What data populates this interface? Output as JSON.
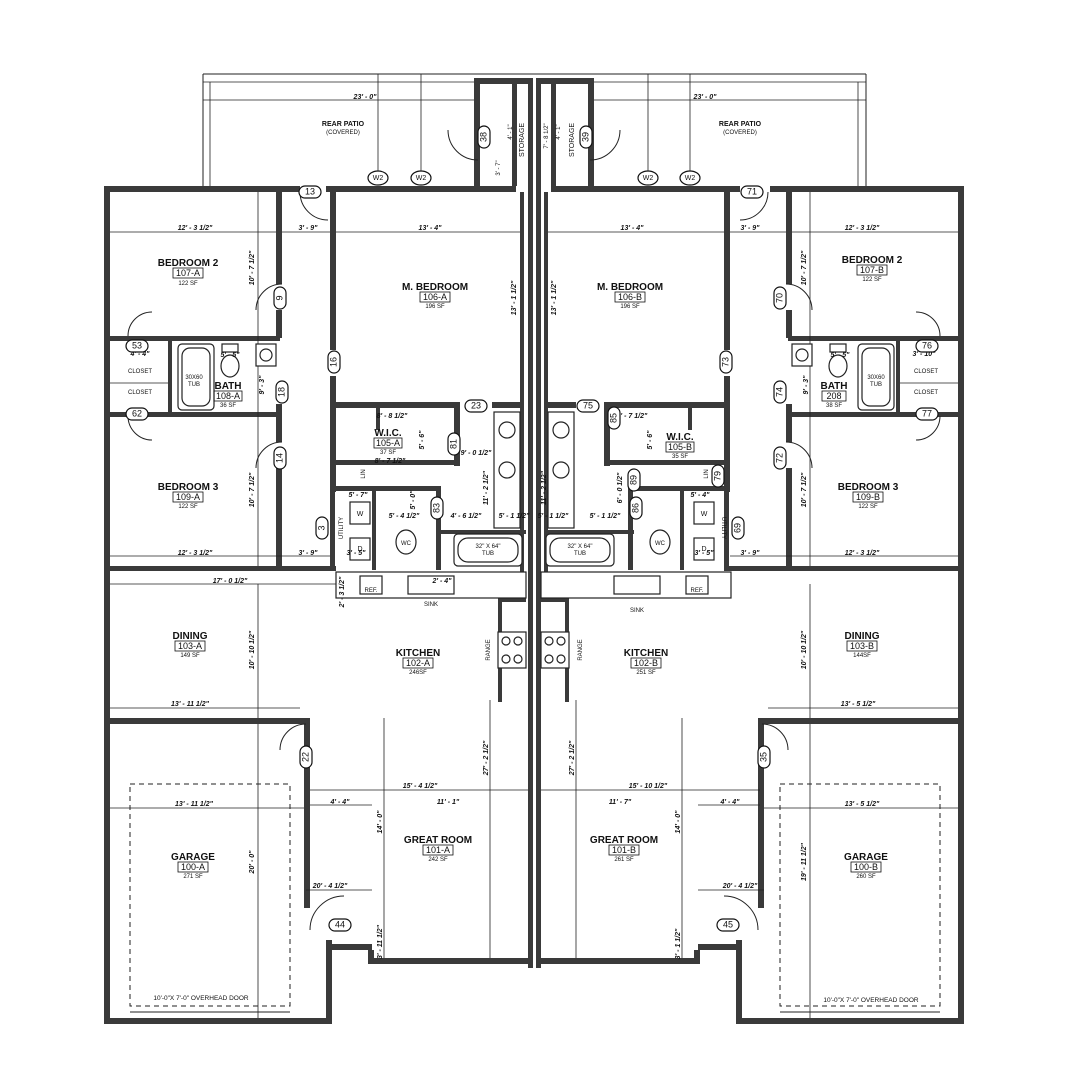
{
  "patio": {
    "left": {
      "label": "REAR PATIO",
      "sub": "(COVERED)",
      "dim": "23' - 0\""
    },
    "right": {
      "label": "REAR PATIO",
      "sub": "(COVERED)",
      "dim": "23' - 0\""
    }
  },
  "storage": {
    "left": "STORAGE",
    "right": "STORAGE"
  },
  "window_tags": [
    "W2",
    "W2",
    "W2",
    "W2"
  ],
  "rooms": {
    "bed2_a": {
      "name": "BEDROOM 2",
      "num": "107-A",
      "sf": "122 SF"
    },
    "bed2_b": {
      "name": "BEDROOM 2",
      "num": "107-B",
      "sf": "122 SF"
    },
    "mbed_a": {
      "name": "M. BEDROOM",
      "num": "106-A",
      "sf": "196 SF"
    },
    "mbed_b": {
      "name": "M. BEDROOM",
      "num": "106-B",
      "sf": "196 SF"
    },
    "bath_a": {
      "name": "BATH",
      "num": "108-A",
      "sf": "36 SF"
    },
    "bath_b": {
      "name": "BATH",
      "num": "208",
      "sf": "38 SF"
    },
    "wic_a": {
      "name": "W.I.C.",
      "num": "105-A",
      "sf": "37 SF"
    },
    "wic_b": {
      "name": "W.I.C.",
      "num": "105-B",
      "sf": "35 SF"
    },
    "bed3_a": {
      "name": "BEDROOM 3",
      "num": "109-A",
      "sf": "122 SF"
    },
    "bed3_b": {
      "name": "BEDROOM 3",
      "num": "109-B",
      "sf": "122 SF"
    },
    "dining_a": {
      "name": "DINING",
      "num": "103-A",
      "sf": "149 SF"
    },
    "dining_b": {
      "name": "DINING",
      "num": "103-B",
      "sf": "144SF"
    },
    "kitchen_a": {
      "name": "KITCHEN",
      "num": "102-A",
      "sf": "246SF"
    },
    "kitchen_b": {
      "name": "KITCHEN",
      "num": "102-B",
      "sf": "251 SF"
    },
    "great_a": {
      "name": "GREAT ROOM",
      "num": "101-A",
      "sf": "242 SF"
    },
    "great_b": {
      "name": "GREAT ROOM",
      "num": "101-B",
      "sf": "261 SF"
    },
    "garage_a": {
      "name": "GARAGE",
      "num": "100-A",
      "sf": "271 SF",
      "door": "10'-0\"X 7'-0\" OVERHEAD DOOR"
    },
    "garage_b": {
      "name": "GARAGE",
      "num": "100-B",
      "sf": "260 SF",
      "door": "10'-0\"X 7'-0\" OVERHEAD DOOR"
    }
  },
  "fixtures": {
    "closet": "CLOSET",
    "tub_small": "30X60",
    "tub_small_sub": "TUB",
    "tub_large": "32\" X 64\"",
    "tub_large_sub": "TUB",
    "wc": "WC",
    "lin": "LIN",
    "utility": "UTILITY",
    "w": "W",
    "d": "D",
    "ref": "REF.",
    "sink": "SINK",
    "range": "RANGE"
  },
  "door_tags": [
    "13",
    "71",
    "38",
    "39",
    "9",
    "70",
    "16",
    "73",
    "53",
    "62",
    "76",
    "77",
    "18",
    "74",
    "14",
    "72",
    "23",
    "75",
    "81",
    "85",
    "89",
    "79",
    "83",
    "86",
    "3",
    "69",
    "22",
    "35",
    "44",
    "45"
  ],
  "dims": {
    "bed2_a_w": "12' - 3 1/2\"",
    "bed2_a_h": "10' - 7 1/2\"",
    "hall_a": "3' - 9\"",
    "mbed_a_w": "13' - 4\"",
    "mbed_a_h": "13' - 1 1/2\"",
    "mbed_b_w": "13' - 4\"",
    "mbed_b_h": "13' - 1 1/2\"",
    "hall_b": "3' - 9\"",
    "bed2_b_w": "12' - 3 1/2\"",
    "bed2_b_h": "10' - 7 1/2\"",
    "storage_a_h": "4' - 1\"",
    "storage_a_h2": "3' - 7\"",
    "storage_b_h": "4' - 1\"",
    "storage_b_h2": "7' - 8 1/2\"",
    "closet_a": "4' - 4\"",
    "bath_a_w": "5' - 5\"",
    "bath_a_h": "9' - 3\"",
    "closet_b": "3' - 10\"",
    "bath_b_w": "5' - 5\"",
    "bath_b_h": "9' - 3\"",
    "wic_a_w": "8' - 8 1/2\"",
    "wic_a_h": "5' - 6\"",
    "wic_a_w2": "8' - 7 1/2\"",
    "wic_b_w": "8' - 7 1/2\"",
    "wic_b_h": "5' - 6\"",
    "bath2_a_w": "9' - 0 1/2\"",
    "bath2_a_h": "11' - 2 1/2\"",
    "bath2_b_h": "11' - 2 1/2\"",
    "bed3_a_w": "12' - 3 1/2\"",
    "bed3_a_h": "10' - 7 1/2\"",
    "bed3_b_w": "12' - 3 1/2\"",
    "bed3_b_h": "10' - 7 1/2\"",
    "util_a_w": "5' - 7\"",
    "util_a_w2": "5' - 4 1/2\"",
    "util_a_h": "5' - 0\"",
    "bath2_a_d1": "4' - 6 1/2\"",
    "bath2_a_d2": "5' - 1 1/2\"",
    "bath2_b_d1": "5' - 1 1/2\"",
    "bath2_b_d2": "5' - 1 1/2\"",
    "util_b_w": "5' - 4\"",
    "util_b_h": "6' - 0 1/2\"",
    "bed3_a_hall": "3' - 9\"",
    "bed3_a_hall2": "3' - 5\"",
    "bed3_b_hall": "3' - 5\"",
    "bed3_b_hall2": "3' - 9\"",
    "din_a_top": "17' - 0 1/2\"",
    "din_a_h": "10' - 10 1/2\"",
    "din_a_w": "13' - 11 1/2\"",
    "din_b_h": "10' - 10 1/2\"",
    "din_b_w": "13' - 5 1/2\"",
    "kit_a_h": "2' - 3 1/2\"",
    "kit_a_sink": "2' - 4\"",
    "great_a_h": "27' - 2 1/2\"",
    "great_b_h": "27' - 2 1/2\"",
    "great_a_w": "15' - 4 1/2\"",
    "great_b_w": "15' - 10 1/2\"",
    "great_a_d1": "4' - 4\"",
    "great_a_d2": "11' - 1\"",
    "great_a_d3": "14' - 0\"",
    "great_b_d1": "11' - 7\"",
    "great_b_d2": "4' - 4\"",
    "great_b_d3": "14' - 0\"",
    "gar_a_w": "13' - 11 1/2\"",
    "gar_a_h": "20' - 0\"",
    "gar_a_d": "20' - 4 1/2\"",
    "gar_b_w": "13' - 5 1/2\"",
    "gar_b_h": "19' - 11 1/2\"",
    "gar_b_d": "20' - 4 1/2\"",
    "great_a_bot": "3' - 11 1/2\"",
    "great_b_bot": "3' - 1 1/2\""
  }
}
